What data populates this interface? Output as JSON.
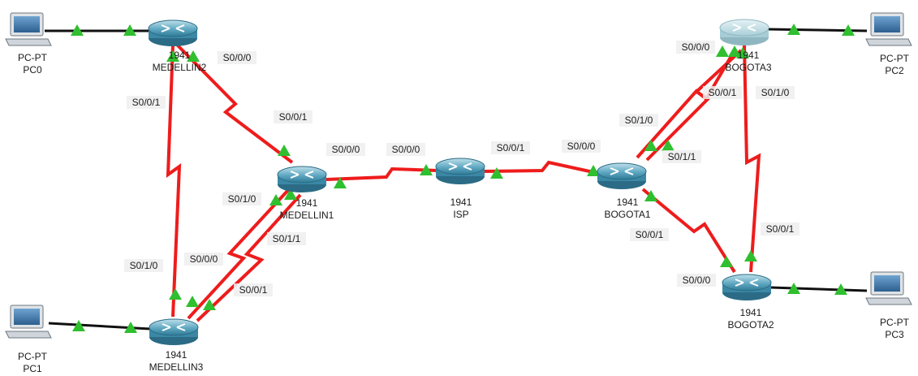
{
  "diagram": {
    "devices": [
      {
        "id": "pc0",
        "kind": "pc",
        "type": "PC-PT",
        "name": "PC0"
      },
      {
        "id": "medellin2",
        "kind": "router",
        "model": "1941",
        "name": "MEDELLIN2"
      },
      {
        "id": "medellin1",
        "kind": "router",
        "model": "1941",
        "name": "MEDELLIN1"
      },
      {
        "id": "medellin3",
        "kind": "router",
        "model": "1941",
        "name": "MEDELLIN3"
      },
      {
        "id": "pc1",
        "kind": "pc",
        "type": "PC-PT",
        "name": "PC1"
      },
      {
        "id": "isp",
        "kind": "router",
        "model": "1941",
        "name": "ISP"
      },
      {
        "id": "bogota1",
        "kind": "router",
        "model": "1941",
        "name": "BOGOTA1"
      },
      {
        "id": "bogota3",
        "kind": "router",
        "model": "1941",
        "name": "BOGOTA3"
      },
      {
        "id": "bogota2",
        "kind": "router",
        "model": "1941",
        "name": "BOGOTA2"
      },
      {
        "id": "pc2",
        "kind": "pc",
        "type": "PC-PT",
        "name": "PC2"
      },
      {
        "id": "pc3",
        "kind": "pc",
        "type": "PC-PT",
        "name": "PC3"
      }
    ],
    "links": [
      {
        "a": "pc0",
        "b": "medellin2",
        "type": "ethernet"
      },
      {
        "a": "pc1",
        "b": "medellin3",
        "type": "ethernet"
      },
      {
        "a": "bogota3",
        "b": "pc2",
        "type": "ethernet"
      },
      {
        "a": "bogota2",
        "b": "pc3",
        "type": "ethernet"
      },
      {
        "a": "medellin2",
        "b": "medellin1",
        "type": "serial",
        "a_port": "S0/0/0",
        "b_port": "S0/0/1"
      },
      {
        "a": "medellin2",
        "b": "medellin3",
        "type": "serial",
        "a_port": "S0/0/1",
        "b_port": "S0/1/0"
      },
      {
        "a": "medellin1",
        "b": "medellin3",
        "type": "serial",
        "a_port": "S0/1/0",
        "b_port": "S0/0/0"
      },
      {
        "a": "medellin1",
        "b": "medellin3",
        "type": "serial",
        "a_port": "S0/1/1",
        "b_port": "S0/0/1"
      },
      {
        "a": "medellin1",
        "b": "isp",
        "type": "serial",
        "a_port": "S0/0/0",
        "b_port": "S0/0/0"
      },
      {
        "a": "isp",
        "b": "bogota1",
        "type": "serial",
        "a_port": "S0/0/1",
        "b_port": "S0/0/0"
      },
      {
        "a": "bogota1",
        "b": "bogota3",
        "type": "serial",
        "a_port": "S0/1/0",
        "b_port": "S0/0/0"
      },
      {
        "a": "bogota1",
        "b": "bogota3",
        "type": "serial",
        "a_port": "S0/1/1",
        "b_port": "S0/0/1"
      },
      {
        "a": "bogota1",
        "b": "bogota2",
        "type": "serial",
        "a_port": "S0/0/1",
        "b_port": "S0/0/0"
      },
      {
        "a": "bogota3",
        "b": "bogota2",
        "type": "serial",
        "a_port": "S0/1/0",
        "b_port": "S0/0/1"
      }
    ],
    "colors": {
      "serial_link": "#ee1c1c",
      "ethernet_link": "#111111",
      "link_status_up": "#2fbf2f",
      "router_body": "#3d8fb0",
      "router_body_dim": "#a9cfd8",
      "pc_screen": "#3f7ab0"
    }
  }
}
